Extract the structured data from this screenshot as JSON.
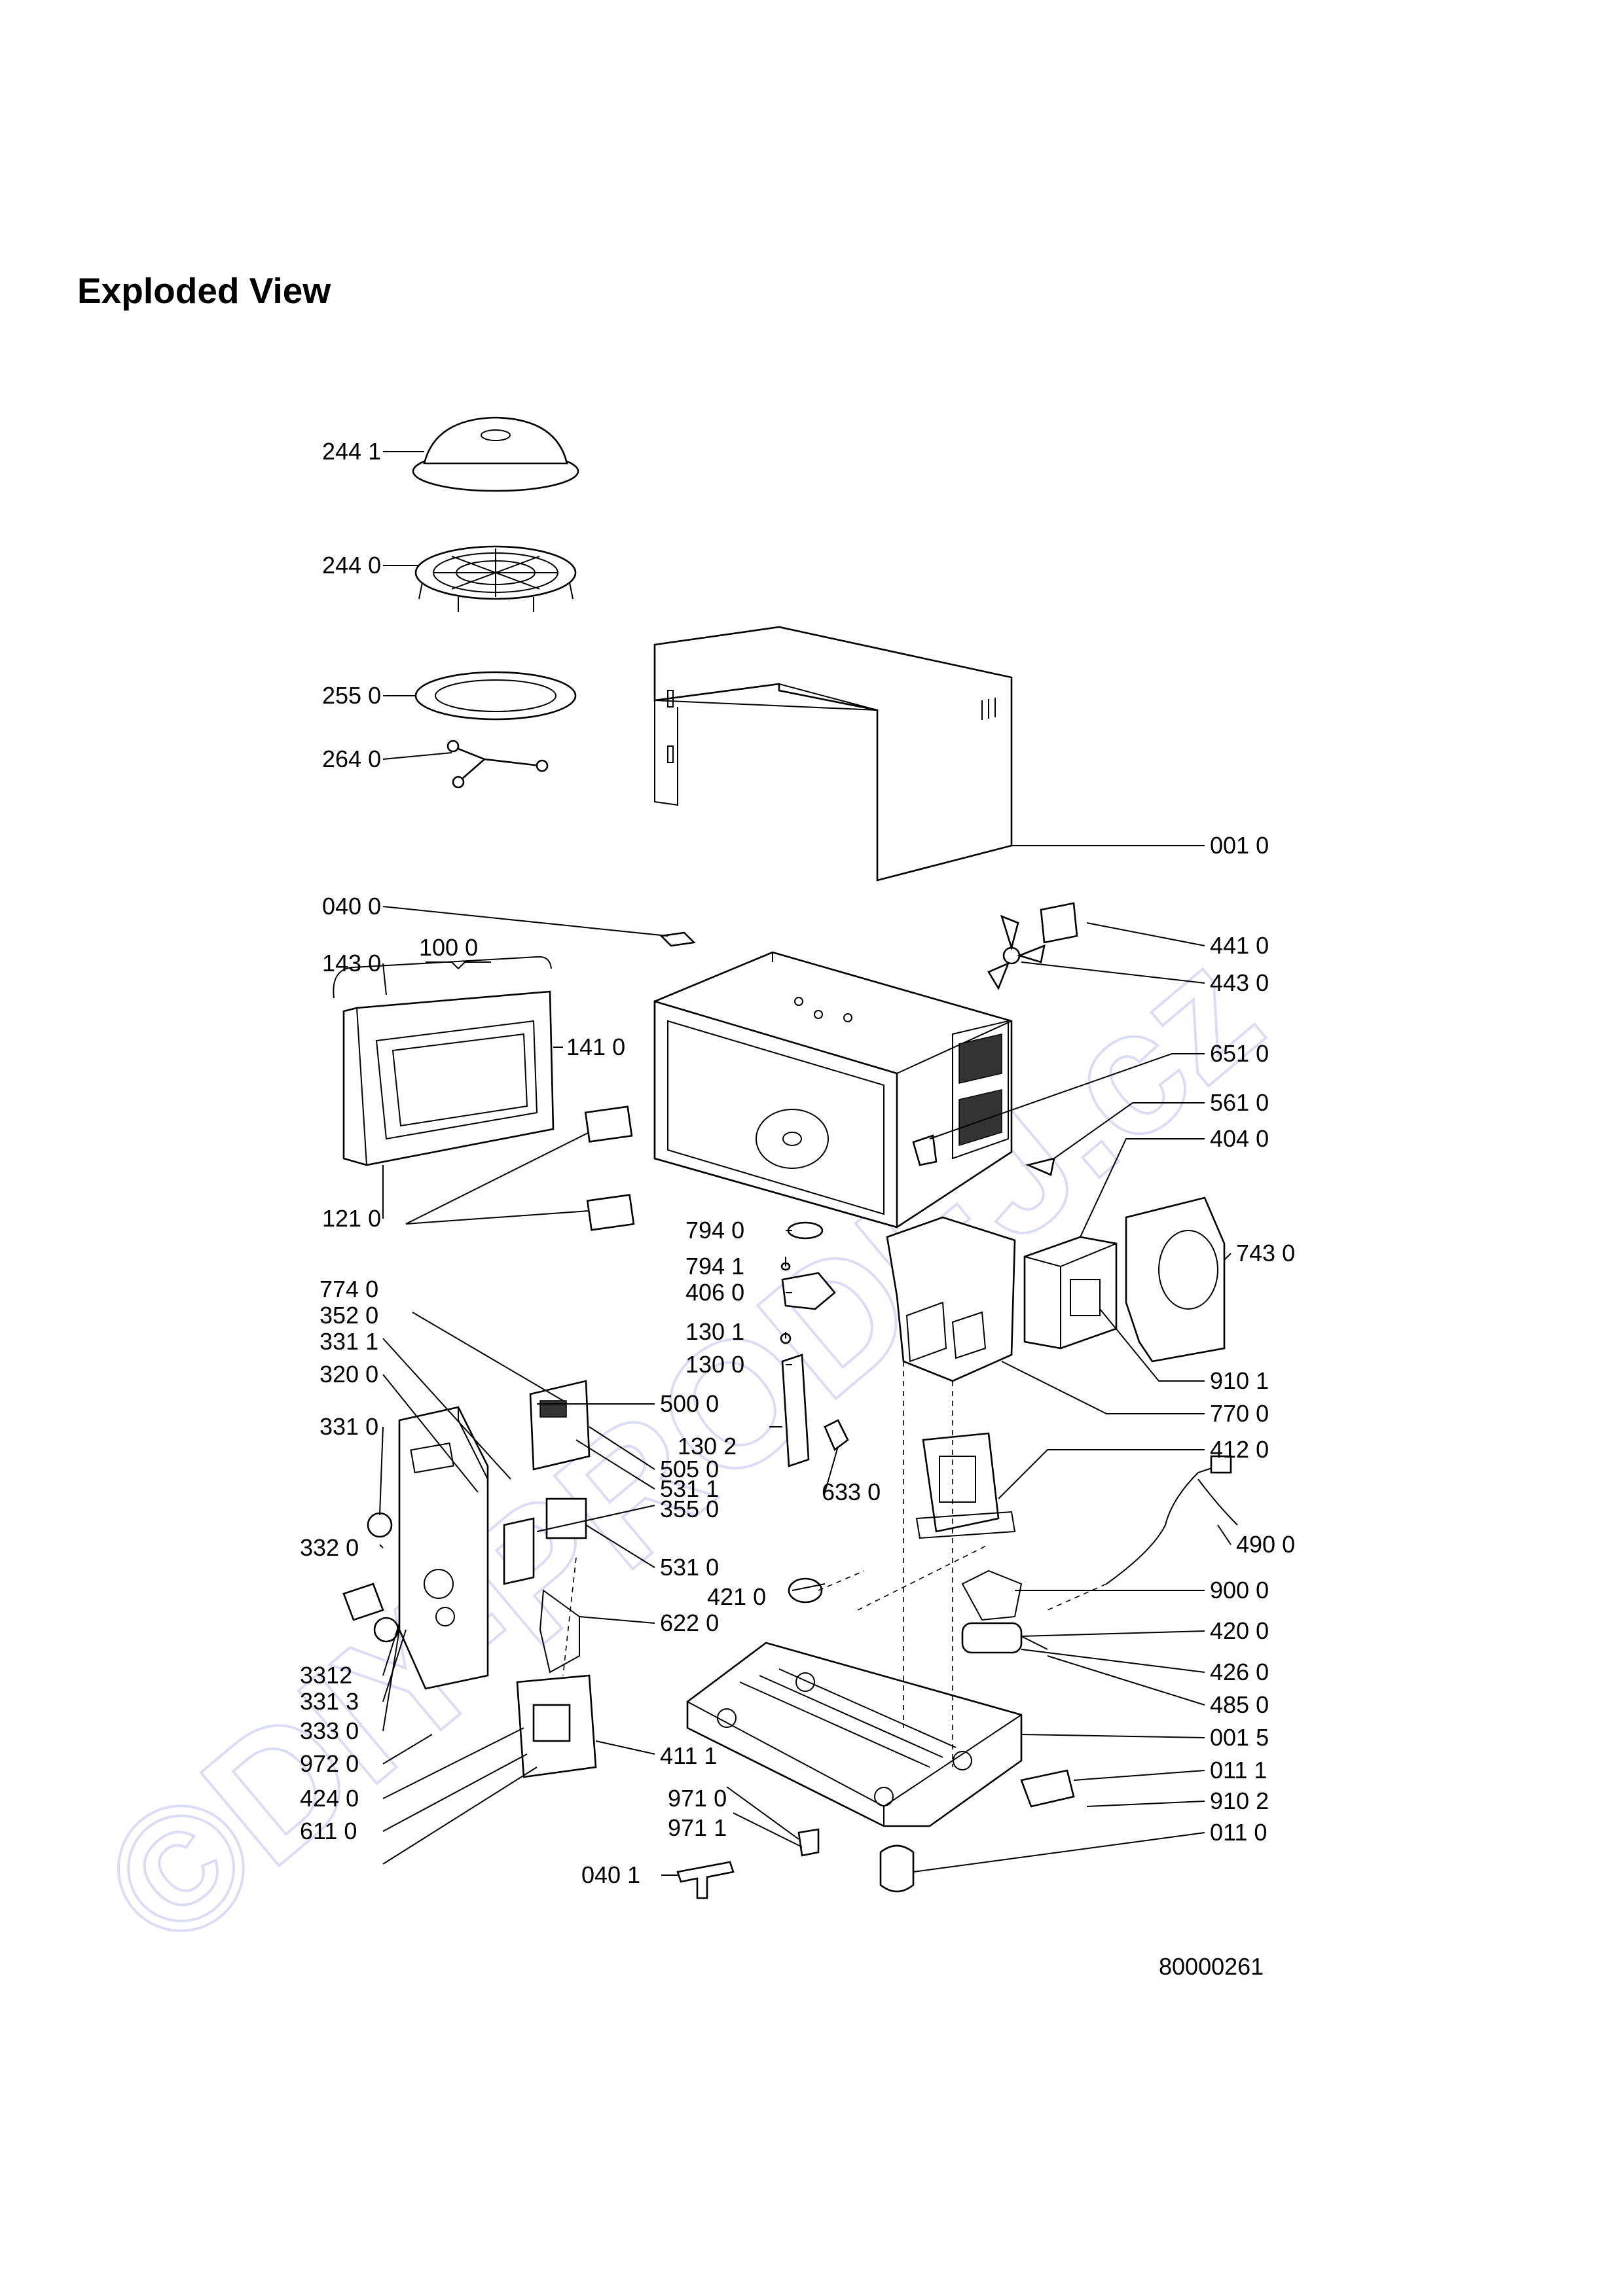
{
  "title": "Exploded View",
  "watermark": "©DIY-PRODEJ.cz",
  "document_number": "80000261",
  "colors": {
    "line": "#000000",
    "watermark": "#dcdcf5",
    "background": "#ffffff"
  },
  "part_labels": {
    "p2441": "244 1",
    "p2440": "244 0",
    "p2550": "255 0",
    "p2640": "264 0",
    "p0010": "001 0",
    "p0400": "040 0",
    "p1000": "100 0",
    "p1430": "143 0",
    "p1410": "141 0",
    "p1210": "121 0",
    "p4410": "441 0",
    "p4430": "443 0",
    "p6510": "651 0",
    "p5610": "561 0",
    "p4040": "404 0",
    "p7430": "743 0",
    "p7940": "794 0",
    "p7941": "794 1",
    "p4060": "406 0",
    "p1301": "130 1",
    "p1300": "130 0",
    "p1302": "130 2",
    "p6330": "633 0",
    "p5000": "500 0",
    "p5050": "505 0",
    "p5311": "531 1",
    "p3550": "355 0",
    "p5310": "531 0",
    "p6220": "622 0",
    "p7740": "774 0",
    "p3520": "352 0",
    "p3311": "331 1",
    "p3200": "320 0",
    "p3310": "331 0",
    "p3320": "332 0",
    "p3312": "3312",
    "p3313": "331 3",
    "p3330": "333 0",
    "p9720": "972 0",
    "p4240": "424 0",
    "p6110": "611 0",
    "p4111": "411 1",
    "p9710": "971 0",
    "p9711": "971 1",
    "p0401": "040 1",
    "p4210": "421 0",
    "p9101": "910 1",
    "p7700": "770 0",
    "p4120": "412 0",
    "p4900": "490 0",
    "p9000": "900 0",
    "p4200": "420 0",
    "p4260": "426 0",
    "p4850": "485 0",
    "p0015": "001 5",
    "p0111": "011 1",
    "p9102": "910 2",
    "p0110": "011 0"
  }
}
